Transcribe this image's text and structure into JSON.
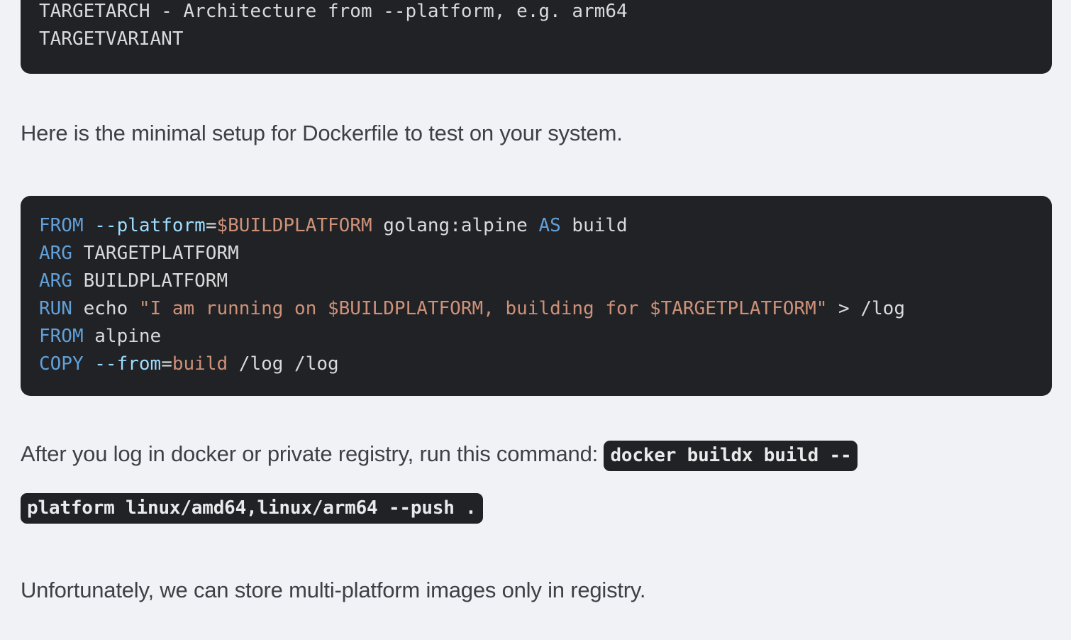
{
  "colors": {
    "keyword": "#61a0d8",
    "flag": "#9cdcfe",
    "string": "#ce9178",
    "variable": "#ce9178",
    "code_text": "#d8d9da",
    "code_background": "#212226",
    "page_background": "#f0f2f6",
    "body_text": "#3d4045",
    "inline_code_text": "#e9eaeb"
  },
  "paragraphs": {
    "intro": "Here is the minimal setup for Dockerfile to test on your system.",
    "command_prefix": "After you log in docker or private registry, run this command: ",
    "registry_note": "Unfortunately, we can store multi-platform images only in registry."
  },
  "inline_code": {
    "fragment1": "docker buildx build --",
    "fragment2": "platform linux/amd64,linux/arm64 --push ."
  },
  "code_blocks": [
    {
      "name": "code-block-build-args",
      "lines": [
        [
          {
            "t": "TARGETARCH - Architecture from --platform, e.g. arm64",
            "c": "plain"
          }
        ],
        [
          {
            "t": "TARGETVARIANT",
            "c": "plain"
          }
        ]
      ]
    },
    {
      "name": "code-block-dockerfile",
      "lines": [
        [
          {
            "t": "FROM",
            "c": "kw"
          },
          {
            "t": " ",
            "c": "plain"
          },
          {
            "t": "--platform",
            "c": "flag"
          },
          {
            "t": "=",
            "c": "plain"
          },
          {
            "t": "$BUILDPLATFORM",
            "c": "var"
          },
          {
            "t": " golang:alpine ",
            "c": "plain"
          },
          {
            "t": "AS",
            "c": "kw"
          },
          {
            "t": " build",
            "c": "plain"
          }
        ],
        [
          {
            "t": "ARG",
            "c": "kw"
          },
          {
            "t": " TARGETPLATFORM",
            "c": "plain"
          }
        ],
        [
          {
            "t": "ARG",
            "c": "kw"
          },
          {
            "t": " BUILDPLATFORM",
            "c": "plain"
          }
        ],
        [
          {
            "t": "RUN",
            "c": "kw"
          },
          {
            "t": " echo ",
            "c": "plain"
          },
          {
            "t": "\"I am running on $BUILDPLATFORM, building for $TARGETPLATFORM\"",
            "c": "str"
          },
          {
            "t": " > /log",
            "c": "plain"
          }
        ],
        [
          {
            "t": "FROM",
            "c": "kw"
          },
          {
            "t": " alpine",
            "c": "plain"
          }
        ],
        [
          {
            "t": "COPY",
            "c": "kw"
          },
          {
            "t": " ",
            "c": "plain"
          },
          {
            "t": "--from",
            "c": "flag"
          },
          {
            "t": "=",
            "c": "plain"
          },
          {
            "t": "build",
            "c": "var"
          },
          {
            "t": " /log /log",
            "c": "plain"
          }
        ]
      ]
    }
  ]
}
